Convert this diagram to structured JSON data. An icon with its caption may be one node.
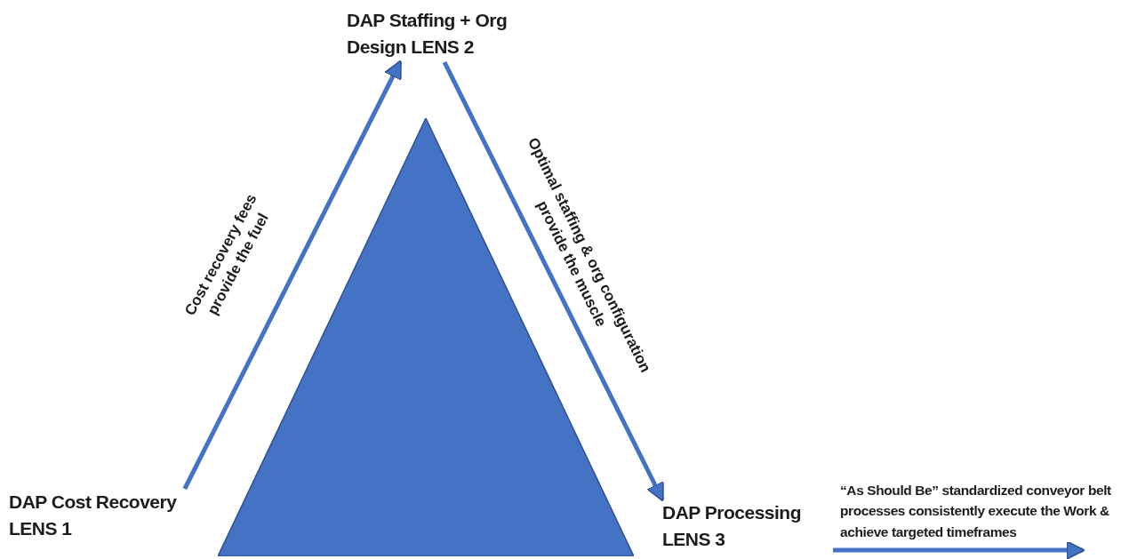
{
  "diagram": {
    "nodes": [
      {
        "text": [
          "DAP Staffing + Org Design LENS 2"
        ]
      },
      {
        "text": [],
        "shape": "triangle"
      },
      {
        "text": [
          "DAP Cost Recovery LENS 1"
        ]
      },
      {
        "text": [
          "DAP Processing LENS 3"
        ]
      }
    ],
    "edges": [
      {
        "from": 2,
        "to": 0,
        "arrow": "to",
        "label": "Cost recovery fees provide the fuel"
      },
      {
        "from": 0,
        "to": 3,
        "arrow": "to",
        "label": "Optimal staffing & org configuration provide the muscle"
      },
      {
        "from": 3,
        "to": null,
        "arrow": "to",
        "label": "“As Should Be” standardized conveyor belt processes consistently execute the Work & achieve targeted timeframes"
      }
    ]
  }
}
